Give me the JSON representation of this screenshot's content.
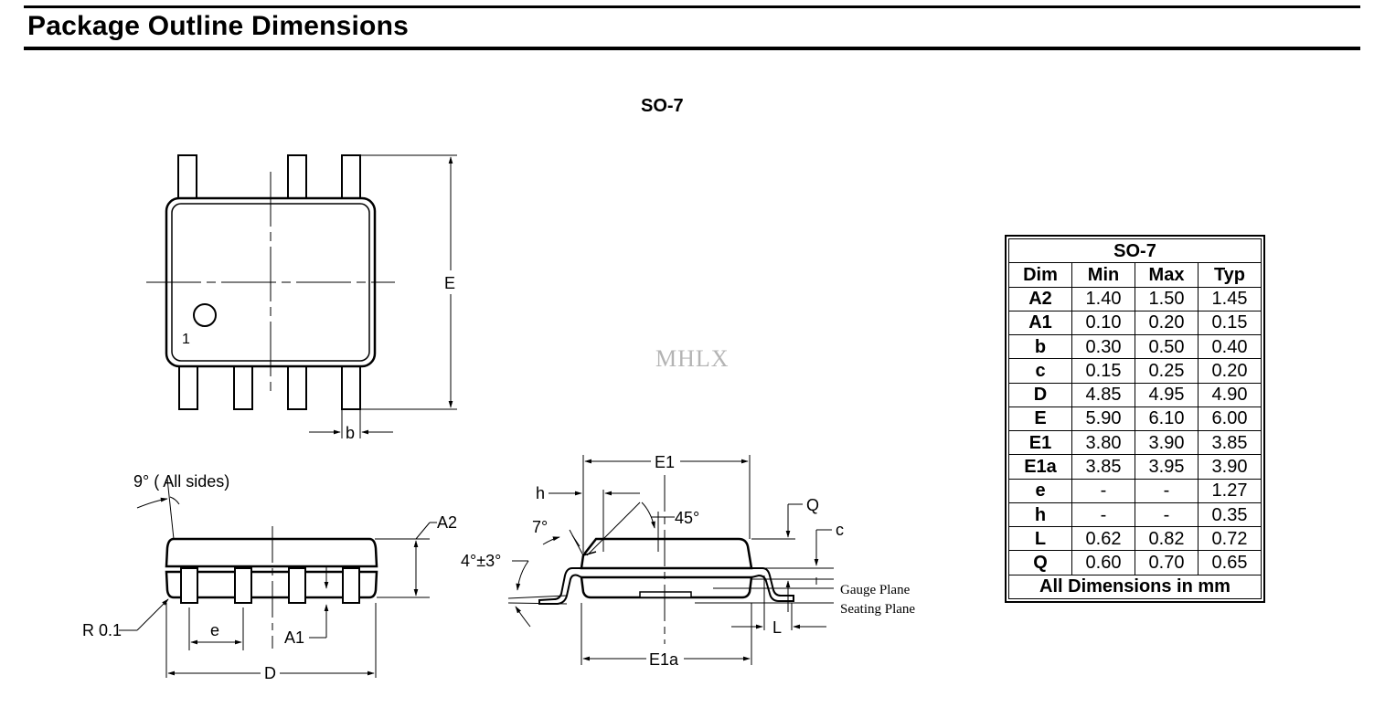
{
  "header": {
    "title": "Package Outline Dimensions"
  },
  "package": {
    "name": "SO-7"
  },
  "watermark": "MHLX",
  "drawing": {
    "top_view": {
      "dim_E": "E",
      "dim_b": "b",
      "pin1": "1"
    },
    "side_view": {
      "angle": "9° (  All sides)",
      "dim_A2": "A2",
      "radius": "R 0.1",
      "dim_e": "e",
      "dim_A1": "A1",
      "dim_D": "D"
    },
    "end_view": {
      "dim_E1": "E1",
      "dim_h": "h",
      "angle_45": "45°",
      "dim_Q": "Q",
      "dim_c": "c",
      "angle_7": "7°",
      "angle_4": "4°±3°",
      "gauge_plane": "Gauge Plane",
      "seating_plane": "Seating Plane",
      "dim_L": "L",
      "dim_E1a": "E1a"
    }
  },
  "table": {
    "caption": "SO-7",
    "headers": [
      "Dim",
      "Min",
      "Max",
      "Typ"
    ],
    "rows": [
      [
        "A2",
        "1.40",
        "1.50",
        "1.45"
      ],
      [
        "A1",
        "0.10",
        "0.20",
        "0.15"
      ],
      [
        "b",
        "0.30",
        "0.50",
        "0.40"
      ],
      [
        "c",
        "0.15",
        "0.25",
        "0.20"
      ],
      [
        "D",
        "4.85",
        "4.95",
        "4.90"
      ],
      [
        "E",
        "5.90",
        "6.10",
        "6.00"
      ],
      [
        "E1",
        "3.80",
        "3.90",
        "3.85"
      ],
      [
        "E1a",
        "3.85",
        "3.95",
        "3.90"
      ],
      [
        "e",
        "-",
        "-",
        "1.27"
      ],
      [
        "h",
        "-",
        "-",
        "0.35"
      ],
      [
        "L",
        "0.62",
        "0.82",
        "0.72"
      ],
      [
        "Q",
        "0.60",
        "0.70",
        "0.65"
      ]
    ],
    "footer": "All Dimensions in mm"
  }
}
